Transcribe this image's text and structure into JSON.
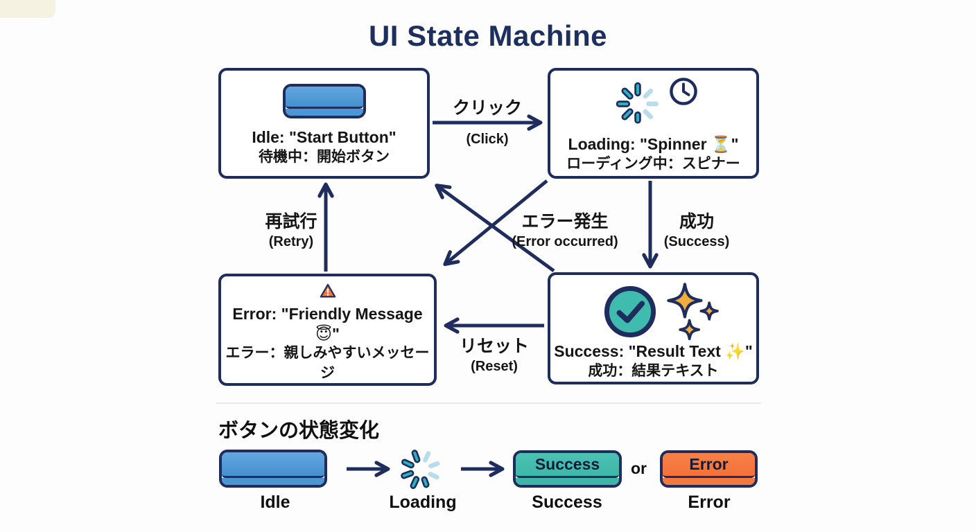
{
  "title": "UI State Machine",
  "colors": {
    "navy": "#1e2d5e",
    "button_blue": "#4d9ad8",
    "teal": "#3fbcad",
    "orange": "#f5763a",
    "gold": "#f2ae3c",
    "spinner_teal": "#2fb0bf",
    "spinner_light": "#b8dcec"
  },
  "states": {
    "idle": {
      "en": "Idle: \"Start Button\"",
      "ja": "待機中：開始ボタン"
    },
    "loading": {
      "en": "Loading: \"Spinner ⏳\"",
      "ja": "ローディング中：スピナー"
    },
    "error": {
      "en": "Error: \"Friendly Message 😇\"",
      "ja": "エラー：親しみやすいメッセージ"
    },
    "success": {
      "en": "Success: \"Result Text ✨\"",
      "ja": "成功：結果テキスト"
    }
  },
  "transitions": {
    "click": {
      "ja": "クリック",
      "en": "(Click)"
    },
    "success": {
      "ja": "成功",
      "en": "(Success)"
    },
    "error_occurred": {
      "ja": "エラー発生",
      "en": "(Error occurred)"
    },
    "retry": {
      "ja": "再試行",
      "en": "(Retry)"
    },
    "reset": {
      "ja": "リセット",
      "en": "(Reset)"
    }
  },
  "legend": {
    "heading": "ボタンの状態変化",
    "or_label": "or",
    "items": [
      {
        "name": "idle",
        "label": "Idle"
      },
      {
        "name": "loading",
        "label": "Loading"
      },
      {
        "name": "success",
        "label": "Success",
        "button_text": "Success"
      },
      {
        "name": "error",
        "label": "Error",
        "button_text": "Error"
      }
    ]
  }
}
